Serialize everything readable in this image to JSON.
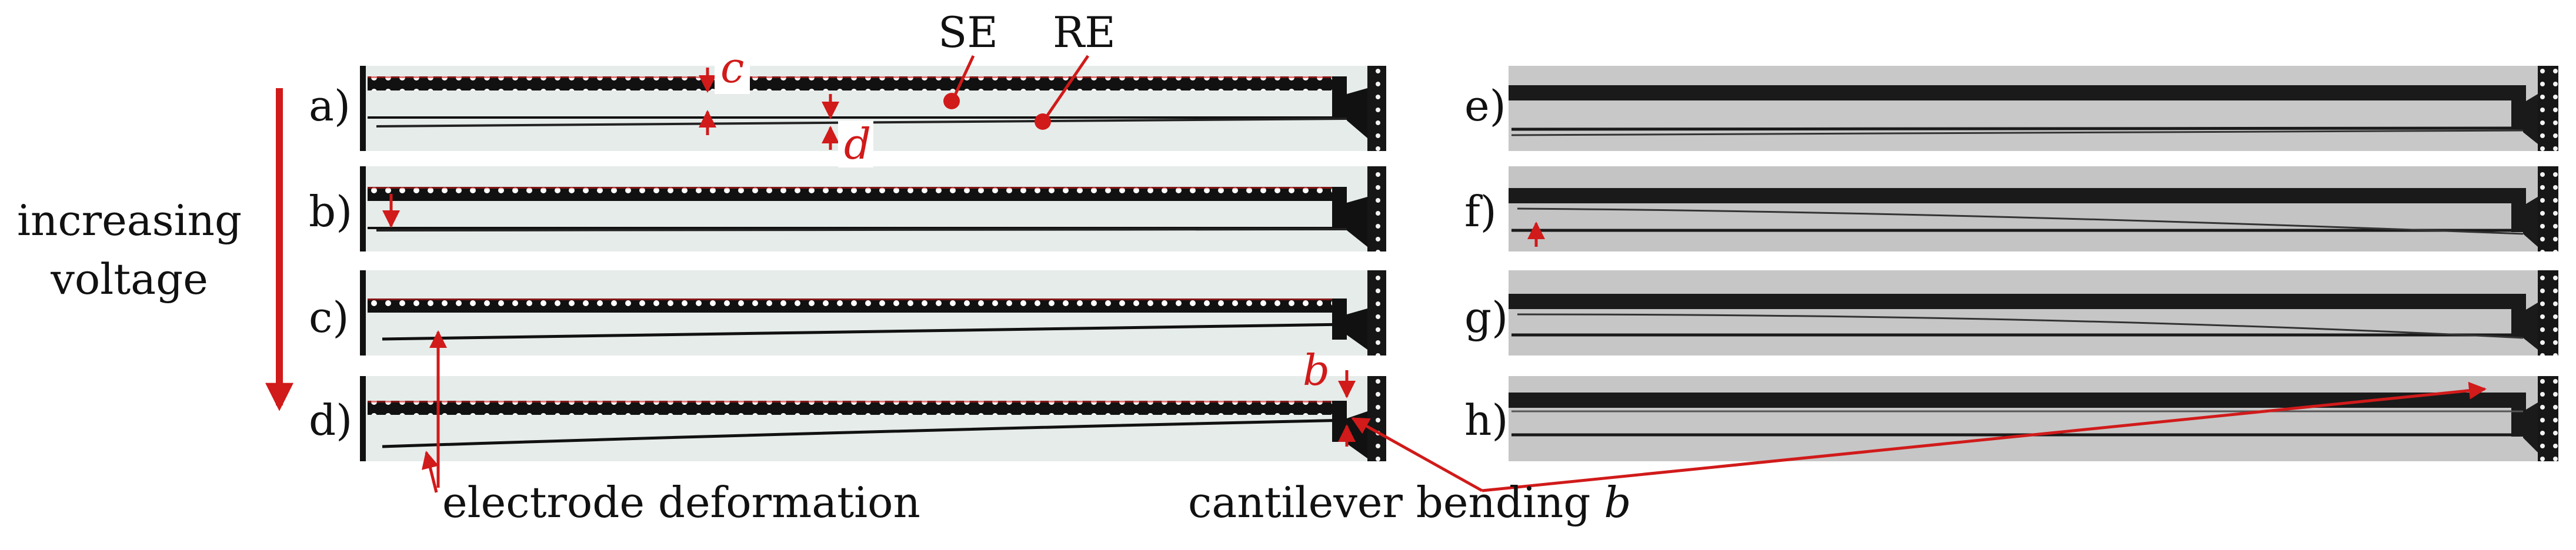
{
  "left_panel": {
    "axis_label_line1": "increasing",
    "axis_label_line2": "voltage",
    "rows": [
      {
        "label": "a)"
      },
      {
        "label": "b)"
      },
      {
        "label": "c)"
      },
      {
        "label": "d)"
      }
    ],
    "annotations": {
      "c": "c",
      "d": "d",
      "b": "b",
      "SE": "SE",
      "RE": "RE",
      "electrode_deformation": "electrode deformation"
    }
  },
  "right_panel": {
    "rows": [
      {
        "label": "e)"
      },
      {
        "label": "f)"
      },
      {
        "label": "g)"
      },
      {
        "label": "h)"
      }
    ]
  },
  "bottom_caption": {
    "prefix": "cantilever bending ",
    "symbol": "b"
  },
  "colors": {
    "annotation_red": "#d11a1a",
    "electrode_dark": "#111111",
    "background_light": "#e6ecea",
    "background_gray": "#bdbdbd"
  }
}
